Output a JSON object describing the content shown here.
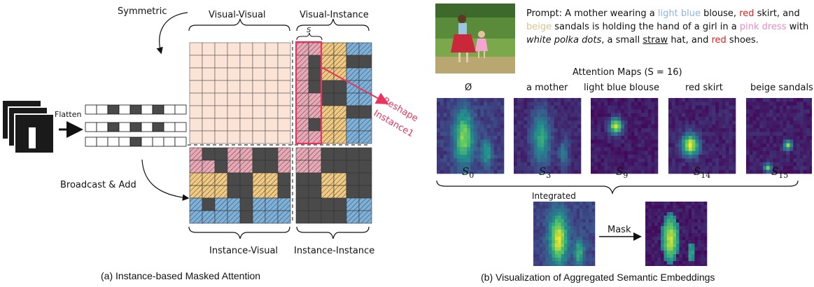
{
  "left": {
    "symmetric": "Symmetric",
    "flatten": "Flatten",
    "broadcast": "Broadcast & Add",
    "visual_visual": "Visual-Visual",
    "visual_instance": "Visual-Instance",
    "s_mark": "S",
    "instance_visual": "Instance-Visual",
    "instance_instance": "Instance-Instance",
    "reshape": "Reshape",
    "instance1": "Instance1",
    "caption": "(a) Instance-based Masked Attention"
  },
  "right": {
    "prompt": {
      "lead": "Prompt:",
      "t1": " A mother wearing a ",
      "light_blue": "light blue",
      "t2": " blouse, ",
      "red1": "red",
      "t3": " skirt, and ",
      "beige": "beige",
      "t4": " sandals is holding the hand of a girl in a ",
      "pink_dress": "pink dress",
      "t5": " with ",
      "polka": "white polka dots",
      "t6": ", a small ",
      "straw": "straw",
      "t7": " hat, and ",
      "red2": "red",
      "t8": " shoes."
    },
    "maps_title": "Attention Maps (S = 16)",
    "maps": [
      {
        "label": "Ø",
        "sub": "S0"
      },
      {
        "label": "a mother",
        "sub": "S3"
      },
      {
        "label": "light blue blouse",
        "sub": "S9"
      },
      {
        "label": "red skirt",
        "sub": "S14"
      },
      {
        "label": "beige sandals",
        "sub": "S15"
      }
    ],
    "integrated": "Integrated",
    "mask": "Mask",
    "caption": "(b) Visualization of Aggregated Semantic Embeddings"
  },
  "colors": {
    "peach": "#fbe3d6",
    "dark": "#4a4a4a",
    "pink": "#e9a8b6",
    "orange": "#f0c982",
    "blue": "#7db1da",
    "highlight": "#e8345e",
    "viridis_bg": "#3b1a6b"
  }
}
